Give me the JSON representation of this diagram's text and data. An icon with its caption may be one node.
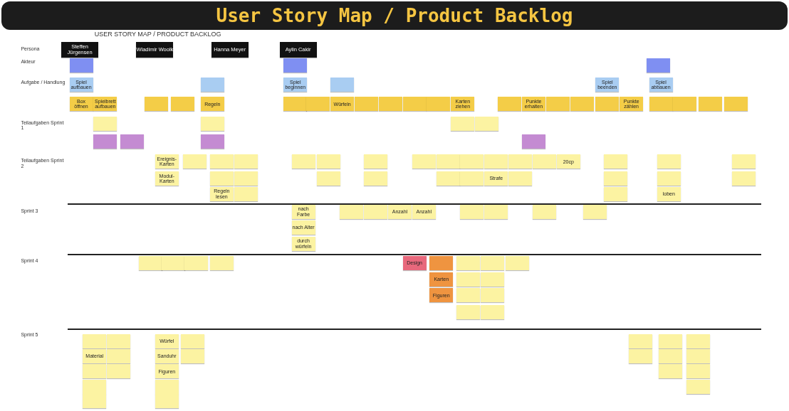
{
  "diagram": {
    "title": "User Story Map / Product Backlog",
    "nodes": [
      {
        "text": [
          "Steffen Jürgensen"
        ]
      },
      {
        "text": [
          "Wladimir Woolk"
        ]
      },
      {
        "text": [
          "Hanna Meyer"
        ]
      },
      {
        "text": [
          "Aylin Cakir"
        ]
      },
      {
        "text": [],
        "shape": "box"
      },
      {
        "text": [],
        "shape": "box"
      },
      {
        "text": [],
        "shape": "box"
      },
      {
        "text": [
          "Spiel aufbauen"
        ]
      },
      {
        "text": [],
        "shape": "box"
      },
      {
        "text": [
          "Spiel beginnen"
        ]
      },
      {
        "text": [],
        "shape": "box"
      },
      {
        "text": [
          "Spiel beenden"
        ]
      },
      {
        "text": [
          "Spiel abbauen"
        ]
      },
      {
        "text": [
          "Box öffnen"
        ]
      },
      {
        "text": [
          "Spielbrett aufbauen"
        ]
      },
      {
        "text": [],
        "shape": "box"
      },
      {
        "text": [],
        "shape": "box"
      },
      {
        "text": [
          "Regeln"
        ]
      },
      {
        "text": [],
        "shape": "box"
      },
      {
        "text": [],
        "shape": "box"
      },
      {
        "text": [
          "Würfeln"
        ]
      },
      {
        "text": [],
        "shape": "box"
      },
      {
        "text": [],
        "shape": "box"
      },
      {
        "text": [],
        "shape": "box"
      },
      {
        "text": [],
        "shape": "box"
      },
      {
        "text": [
          "Karten ziehen"
        ]
      },
      {
        "text": [],
        "shape": "box"
      },
      {
        "text": [
          "Punkte erhalten"
        ]
      },
      {
        "text": [],
        "shape": "box"
      },
      {
        "text": [],
        "shape": "box"
      },
      {
        "text": [],
        "shape": "box"
      },
      {
        "text": [
          "Punkte zählen"
        ]
      },
      {
        "text": [],
        "shape": "box"
      },
      {
        "text": [],
        "shape": "box"
      },
      {
        "text": [],
        "shape": "box"
      },
      {
        "text": [],
        "shape": "box"
      },
      {
        "text": [],
        "shape": "box"
      },
      {
        "text": [],
        "shape": "box"
      },
      {
        "text": [],
        "shape": "box"
      },
      {
        "text": [],
        "shape": "box"
      },
      {
        "text": [],
        "shape": "box"
      },
      {
        "text": [],
        "shape": "box"
      },
      {
        "text": [],
        "shape": "box"
      },
      {
        "text": [],
        "shape": "box"
      },
      {
        "text": [
          "Ereignis-Karten"
        ]
      },
      {
        "text": [],
        "shape": "box"
      },
      {
        "text": [],
        "shape": "box"
      },
      {
        "text": [],
        "shape": "box"
      },
      {
        "text": [],
        "shape": "box"
      },
      {
        "text": [],
        "shape": "box"
      },
      {
        "text": [],
        "shape": "box"
      },
      {
        "text": [],
        "shape": "box"
      },
      {
        "text": [],
        "shape": "box"
      },
      {
        "text": [],
        "shape": "box"
      },
      {
        "text": [],
        "shape": "box"
      },
      {
        "text": [],
        "shape": "box"
      },
      {
        "text": [],
        "shape": "box"
      },
      {
        "text": [
          "20cp"
        ]
      },
      {
        "text": [],
        "shape": "box"
      },
      {
        "text": [],
        "shape": "box"
      },
      {
        "text": [],
        "shape": "box"
      },
      {
        "text": [
          "Modul-Karten"
        ]
      },
      {
        "text": [],
        "shape": "box"
      },
      {
        "text": [],
        "shape": "box"
      },
      {
        "text": [],
        "shape": "box"
      },
      {
        "text": [],
        "shape": "box"
      },
      {
        "text": [],
        "shape": "box"
      },
      {
        "text": [],
        "shape": "box"
      },
      {
        "text": [
          "Strafe"
        ]
      },
      {
        "text": [],
        "shape": "box"
      },
      {
        "text": [],
        "shape": "box"
      },
      {
        "text": [],
        "shape": "box"
      },
      {
        "text": [],
        "shape": "box"
      },
      {
        "text": [
          "Regeln lesen"
        ]
      },
      {
        "text": [],
        "shape": "box"
      },
      {
        "text": [],
        "shape": "box"
      },
      {
        "text": [
          "loben"
        ]
      },
      {
        "text": [
          "nach Farbe"
        ]
      },
      {
        "text": [],
        "shape": "box"
      },
      {
        "text": [],
        "shape": "box"
      },
      {
        "text": [
          "Anzahl"
        ]
      },
      {
        "text": [
          "Anzahl"
        ]
      },
      {
        "text": [],
        "shape": "box"
      },
      {
        "text": [],
        "shape": "box"
      },
      {
        "text": [],
        "shape": "box"
      },
      {
        "text": [],
        "shape": "box"
      },
      {
        "text": [
          "nach Alter"
        ]
      },
      {
        "text": [
          "durch würfeln"
        ]
      },
      {
        "text": [],
        "shape": "box"
      },
      {
        "text": [],
        "shape": "box"
      },
      {
        "text": [],
        "shape": "box"
      },
      {
        "text": [],
        "shape": "box"
      },
      {
        "text": [
          "Design"
        ]
      },
      {
        "text": [],
        "shape": "box"
      },
      {
        "text": [],
        "shape": "box"
      },
      {
        "text": [],
        "shape": "box"
      },
      {
        "text": [],
        "shape": "box"
      },
      {
        "text": [
          "Karten"
        ]
      },
      {
        "text": [],
        "shape": "box"
      },
      {
        "text": [],
        "shape": "box"
      },
      {
        "text": [
          "Figuren"
        ]
      },
      {
        "text": [],
        "shape": "box"
      },
      {
        "text": [],
        "shape": "box"
      },
      {
        "text": [],
        "shape": "box"
      },
      {
        "text": [],
        "shape": "box"
      },
      {
        "text": [],
        "shape": "box"
      },
      {
        "text": [],
        "shape": "box"
      },
      {
        "text": [
          "Würfel"
        ]
      },
      {
        "text": [],
        "shape": "box"
      },
      {
        "text": [],
        "shape": "box"
      },
      {
        "text": [],
        "shape": "box"
      },
      {
        "text": [],
        "shape": "box"
      },
      {
        "text": [
          "Material"
        ]
      },
      {
        "text": [],
        "shape": "box"
      },
      {
        "text": [
          "Sanduhr"
        ]
      },
      {
        "text": [],
        "shape": "box"
      },
      {
        "text": [],
        "shape": "box"
      },
      {
        "text": [],
        "shape": "box"
      },
      {
        "text": [],
        "shape": "box"
      },
      {
        "text": [],
        "shape": "box"
      },
      {
        "text": [],
        "shape": "box"
      },
      {
        "text": [
          "Figuren"
        ]
      },
      {
        "text": [],
        "shape": "box"
      },
      {
        "text": [],
        "shape": "box"
      },
      {
        "text": [],
        "shape": "box"
      },
      {
        "text": [],
        "shape": "box"
      },
      {
        "text": [],
        "shape": "box"
      },
      {
        "text": [],
        "shape": "box"
      },
      {
        "text": [],
        "shape": "box"
      }
    ],
    "labels": [
      "USER STORY MAP / PRODUCT BACKLOG",
      "Persona",
      "Akteur",
      "Aufgabe / Handlung",
      "Teilaufgaben Sprint 1",
      "Teilaufgaben Sprint 2",
      "Sprint 3",
      "Sprint 4",
      "Sprint 5"
    ]
  }
}
